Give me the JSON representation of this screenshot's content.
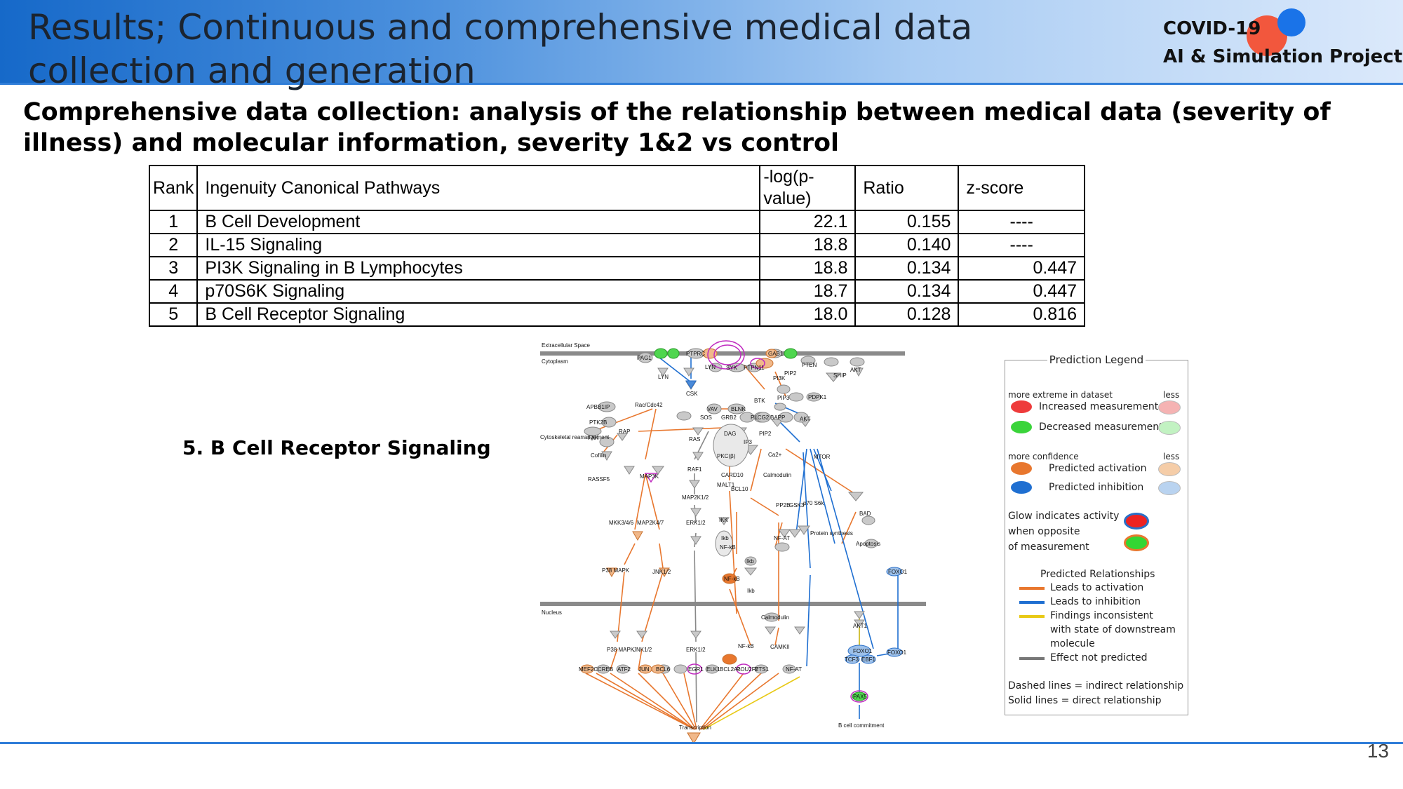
{
  "slide": {
    "title": "Results; Continuous and comprehensive medical data collection and generation",
    "subtitle": "Comprehensive data collection: analysis of the relationship between medical data (severity of illness) and molecular information, severity 1&2  vs  control",
    "page_number": "13"
  },
  "logo": {
    "line1": "COVID-19",
    "line2": "AI & Simulation Project"
  },
  "colors": {
    "accent_blue": "#1669c9",
    "logo_red": "#f2573d",
    "logo_blue": "#1a73e8",
    "activation": "#e8772e",
    "inhibition": "#1f6fd1",
    "inconsistent": "#e8c915",
    "not_predicted": "#777777"
  },
  "table": {
    "headers": [
      "Rank",
      "Ingenuity Canonical Pathways",
      "-log(p-value)",
      "Ratio",
      "z-score"
    ],
    "rows": [
      {
        "rank": "1",
        "pathway": "B Cell Development",
        "neglogp": "22.1",
        "ratio": "0.155",
        "zscore": "----"
      },
      {
        "rank": "2",
        "pathway": "IL-15 Signaling",
        "neglogp": "18.8",
        "ratio": "0.140",
        "zscore": "----"
      },
      {
        "rank": "3",
        "pathway": "PI3K Signaling in B Lymphocytes",
        "neglogp": "18.8",
        "ratio": "0.134",
        "zscore": "0.447"
      },
      {
        "rank": "4",
        "pathway": "p70S6K Signaling",
        "neglogp": "18.7",
        "ratio": "0.134",
        "zscore": "0.447"
      },
      {
        "rank": "5",
        "pathway": "B Cell Receptor Signaling",
        "neglogp": "18.0",
        "ratio": "0.128",
        "zscore": "0.816"
      }
    ]
  },
  "pathway_label": "5. B Cell Receptor Signaling",
  "diagram": {
    "compartments": {
      "extracellular": "Extracellular Space",
      "cytoplasm": "Cytoplasm",
      "nucleus": "Nucleus"
    },
    "nodes": {
      "pag1": "PAG1",
      "ptprc": "PTPRC",
      "lyn1": "LYN",
      "lyn2": "LYN",
      "csk": "CSK",
      "syk": "SYK",
      "ptpn11": "PTPN11",
      "gab1": "GAB1",
      "pi3k": "PI3K",
      "pten": "PTEN",
      "ship": "SHIP",
      "pip3": "PIP3",
      "pip2a": "PIP2",
      "pdpk1": "PDPK1",
      "akt": "AKT",
      "akt2": "AKT",
      "blnk": "BLNK",
      "btk": "BTK",
      "vav": "VAV",
      "sos": "SOS",
      "grb2": "GRB2",
      "plcg2": "PLCG2",
      "bapp": "BAPP",
      "racc": "Rac/Cdc42",
      "appbb1ip": "APBB1IP",
      "ptk2b": "PTK2B",
      "rap": "RAP",
      "cyto": "Cytoskeletal rearrangement",
      "fak": "FAK",
      "cofilin": "Cofilin",
      "rassf5": "RASSF5",
      "ras": "RAS",
      "dag": "DAG",
      "pip2b": "PIP2",
      "ip3": "IP3",
      "pkc": "PKC(β)",
      "ca2": "Ca2+",
      "calmodulin": "Calmodulin",
      "raf1": "RAF1",
      "card10": "CARD10",
      "malt1": "MALT1",
      "bcl10": "BCL10",
      "map2k12": "MAP2K1/2",
      "ikk": "IKK",
      "ikb": "Ikb",
      "nfkb": "NF-kB",
      "nfkb2": "NF-kB",
      "ikb2": "Ikb",
      "ikb3": "Ikb",
      "map3k": "MAP3K",
      "mkk346": "MKK3/4/6",
      "map2k47": "MAP2K4/7",
      "erk12": "ERK1/2",
      "p38": "P38 MAPK",
      "jnk": "JNK1/2",
      "pp2b": "PP2B",
      "gsk3": "GSK3",
      "p70": "p70 S6k",
      "nfat": "NF-AT",
      "protein": "Protein synthesis",
      "mtor": "MTOR",
      "bad": "BAD",
      "apoptosis": "Apoptosis",
      "foxo1a": "FOXO1",
      "akt1": "AKT1",
      "p38n": "P38 MAPK",
      "jnkn": "JNK1/2",
      "erkn": "ERK1/2",
      "nfkbn": "NF-kB",
      "calmodulin2": "Calmodulin",
      "camkii": "CAMKII",
      "mef2c": "MEF2C",
      "creb": "CREB",
      "atf2": "ATF2",
      "jun": "JUN",
      "bcl6": "BCL6",
      "egr1": "EGR1",
      "elk1": "ELK1",
      "bcl2": "BCL2A1",
      "pou2": "POU2F2",
      "ets1": "ETS1",
      "nfat2": "NF-AT",
      "foxo1": "FOXO1",
      "tcf3": "TCF3",
      "ebf1": "EBF1",
      "foxo1n": "FOXO1",
      "pax5": "PAX5",
      "transcription": "Transcription",
      "bcell": "B cell commitment"
    }
  },
  "legend": {
    "title": "Prediction Legend",
    "dataset_label": "more extreme in dataset",
    "less": "less",
    "increased": "Increased measurement",
    "decreased": "Decreased measurement",
    "confidence_label": "more confidence",
    "activation": "Predicted activation",
    "inhibition": "Predicted inhibition",
    "glow1": "Glow indicates activity",
    "glow2": "when opposite",
    "glow3": "of measurement",
    "relationships_title": "Predicted Relationships",
    "rel_activation": "Leads to activation",
    "rel_inhibition": "Leads to inhibition",
    "rel_inconsistent1": "Findings inconsistent",
    "rel_inconsistent2": "with state of downstream",
    "rel_inconsistent3": "molecule",
    "rel_none": "Effect not predicted",
    "dashed": "Dashed lines = indirect relationship",
    "solid": "Solid lines = direct relationship"
  }
}
